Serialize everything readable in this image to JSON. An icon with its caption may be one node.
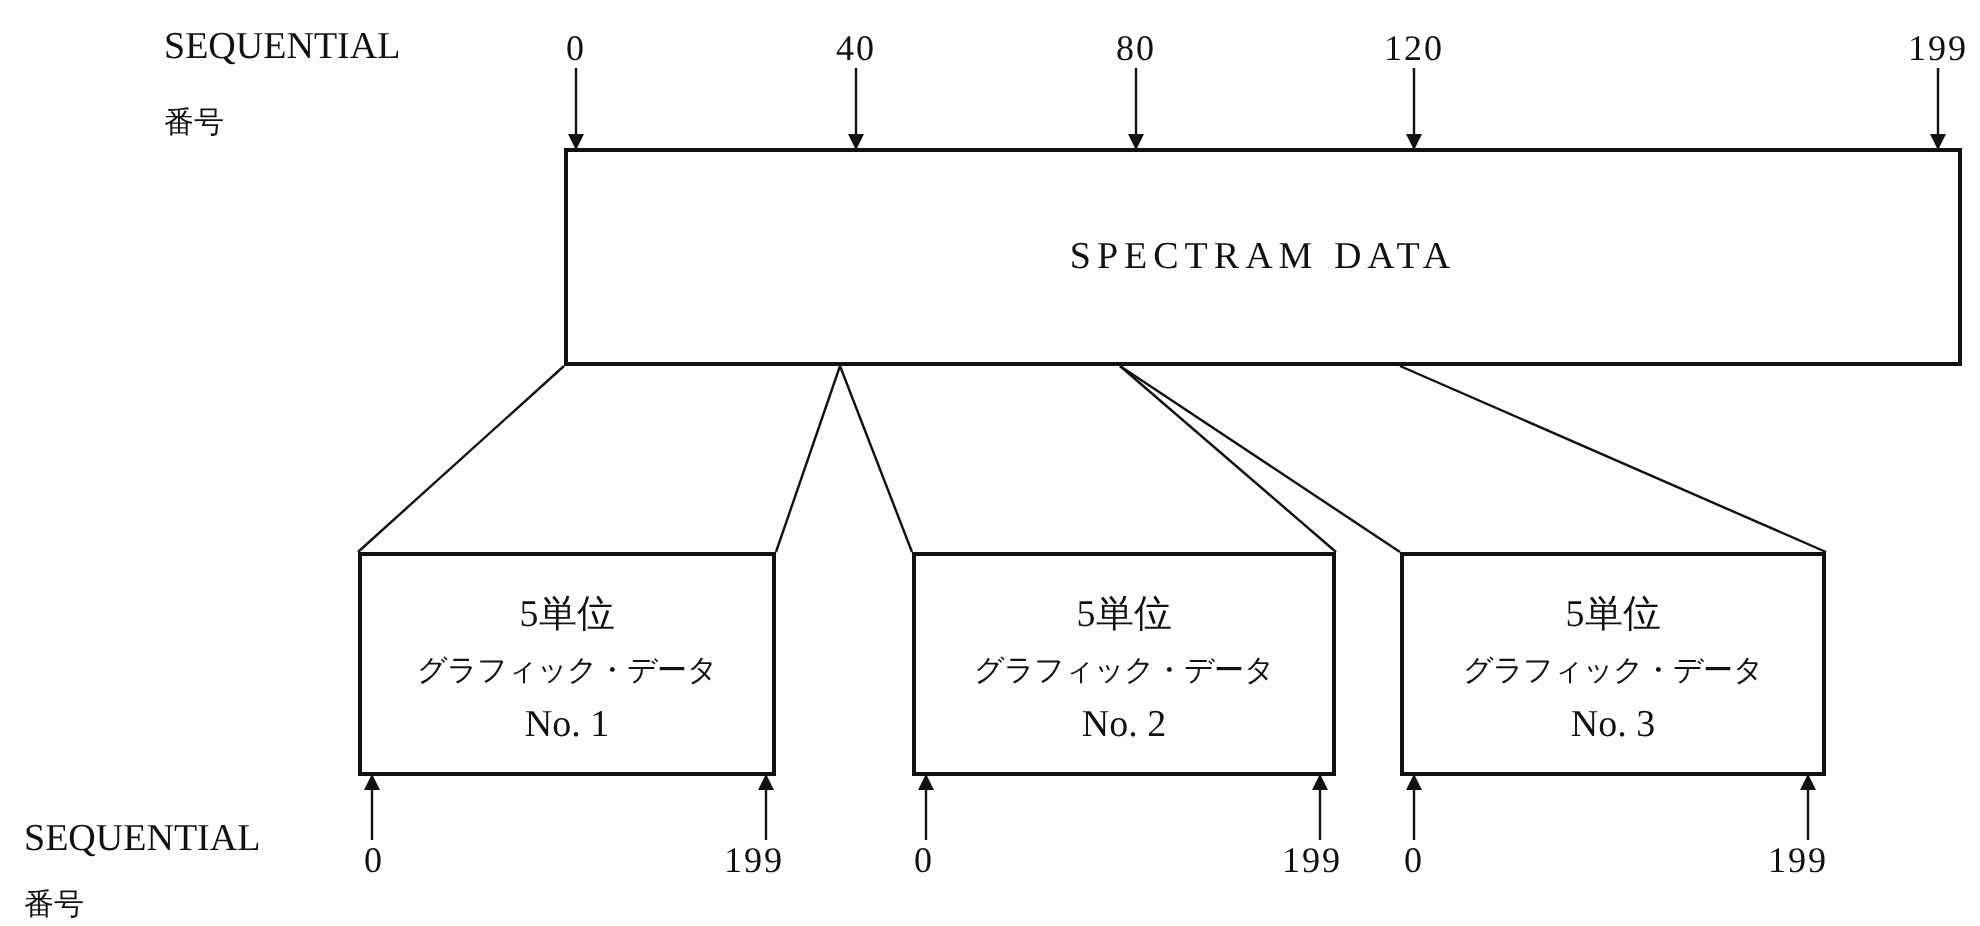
{
  "diagram": {
    "nodes": [
      {
        "text": [
          "SPECTRAM DATA"
        ]
      },
      {
        "text": [
          "5単位",
          "グラフィック・データ",
          "No. 1"
        ]
      },
      {
        "text": [
          "5単位",
          "グラフィック・データ",
          "No. 2"
        ]
      },
      {
        "text": [
          "5単位",
          "グラフィック・データ",
          "No. 3"
        ]
      },
      {
        "text": [
          "0"
        ]
      },
      {
        "text": [
          "40"
        ]
      },
      {
        "text": [
          "80"
        ]
      },
      {
        "text": [
          "120"
        ]
      },
      {
        "text": [
          "199"
        ]
      },
      {
        "text": [
          "0"
        ]
      },
      {
        "text": [
          "199"
        ]
      },
      {
        "text": [
          "0"
        ]
      },
      {
        "text": [
          "199"
        ]
      },
      {
        "text": [
          "0"
        ]
      },
      {
        "text": [
          "199"
        ]
      }
    ],
    "edges": [
      {
        "from": 0,
        "to": 1,
        "arrow": "none"
      },
      {
        "from": 0,
        "to": 1,
        "arrow": "none"
      },
      {
        "from": 0,
        "to": 2,
        "arrow": "none"
      },
      {
        "from": 0,
        "to": 2,
        "arrow": "none"
      },
      {
        "from": 0,
        "to": 3,
        "arrow": "none"
      },
      {
        "from": 0,
        "to": 3,
        "arrow": "none"
      },
      {
        "from": 4,
        "to": 0,
        "arrow": "to"
      },
      {
        "from": 5,
        "to": 0,
        "arrow": "to"
      },
      {
        "from": 6,
        "to": 0,
        "arrow": "to"
      },
      {
        "from": 7,
        "to": 0,
        "arrow": "to"
      },
      {
        "from": 8,
        "to": 0,
        "arrow": "to"
      },
      {
        "from": 9,
        "to": 1,
        "arrow": "to"
      },
      {
        "from": 10,
        "to": 1,
        "arrow": "to"
      },
      {
        "from": 11,
        "to": 2,
        "arrow": "to"
      },
      {
        "from": 12,
        "to": 2,
        "arrow": "to"
      },
      {
        "from": 13,
        "to": 3,
        "arrow": "to"
      },
      {
        "from": 14,
        "to": 3,
        "arrow": "to"
      }
    ],
    "labels": [
      "SEQUENTIAL",
      "番号",
      "SEQUENTIAL",
      "番号"
    ]
  }
}
